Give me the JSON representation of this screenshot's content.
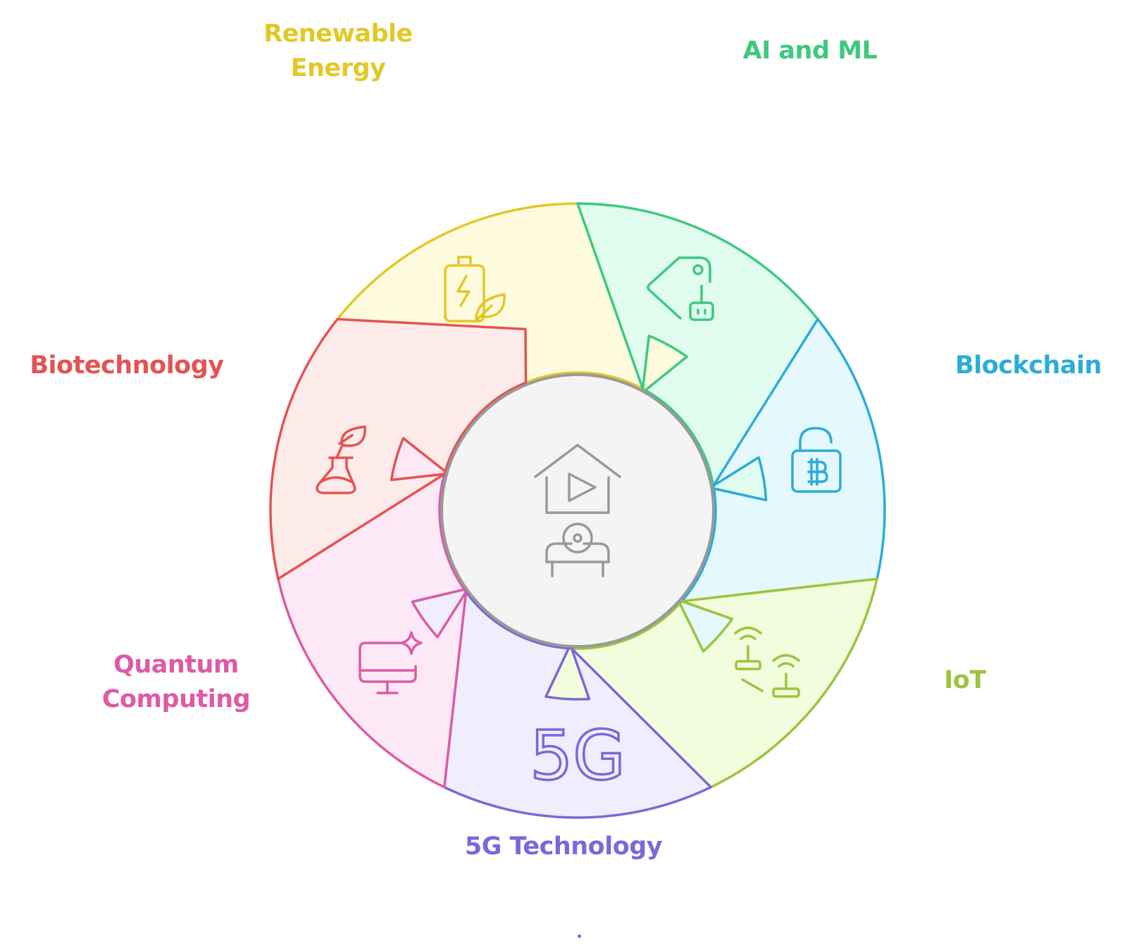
{
  "hub": {
    "icon": "smart-home-entertainment-icon"
  },
  "segments": [
    {
      "id": "renewable",
      "label": "Renewable\nEnergy",
      "color": "#e2c826",
      "fill": "#fefadd",
      "icon": "battery-leaf-icon"
    },
    {
      "id": "ai",
      "label": "AI and ML",
      "color": "#3ec97f",
      "fill": "#e0fcee",
      "icon": "robot-tag-icon"
    },
    {
      "id": "blockchain",
      "label": "Blockchain",
      "color": "#2bacd9",
      "fill": "#e5f8fd",
      "icon": "bitcoin-lock-icon"
    },
    {
      "id": "iot",
      "label": "IoT",
      "color": "#9cc43a",
      "fill": "#f1fddc",
      "icon": "wifi-routers-icon"
    },
    {
      "id": "5g",
      "label": "5G Technology",
      "color": "#7b68d8",
      "fill": "#f0eefc",
      "icon": "5g-icon",
      "icon_text": "5G"
    },
    {
      "id": "quantum",
      "label": "Quantum\nComputing",
      "color": "#de5aa6",
      "fill": "#fde9f5",
      "icon": "sparkle-monitor-icon"
    },
    {
      "id": "bio",
      "label": "Biotechnology",
      "color": "#e45353",
      "fill": "#fdebe9",
      "icon": "plant-flask-icon"
    }
  ]
}
